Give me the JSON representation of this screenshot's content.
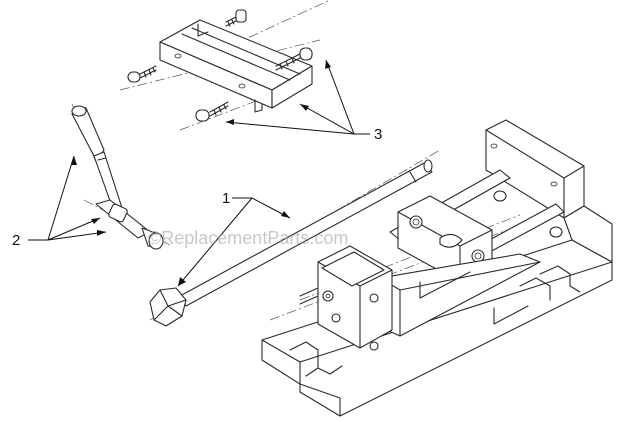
{
  "callouts": {
    "part_1": "1",
    "part_2": "2",
    "part_3": "3"
  },
  "watermark": "©ReplacementParts.com",
  "colors": {
    "line": "#2a2a2a",
    "background": "#ffffff",
    "watermark": "#9a9a9a"
  }
}
